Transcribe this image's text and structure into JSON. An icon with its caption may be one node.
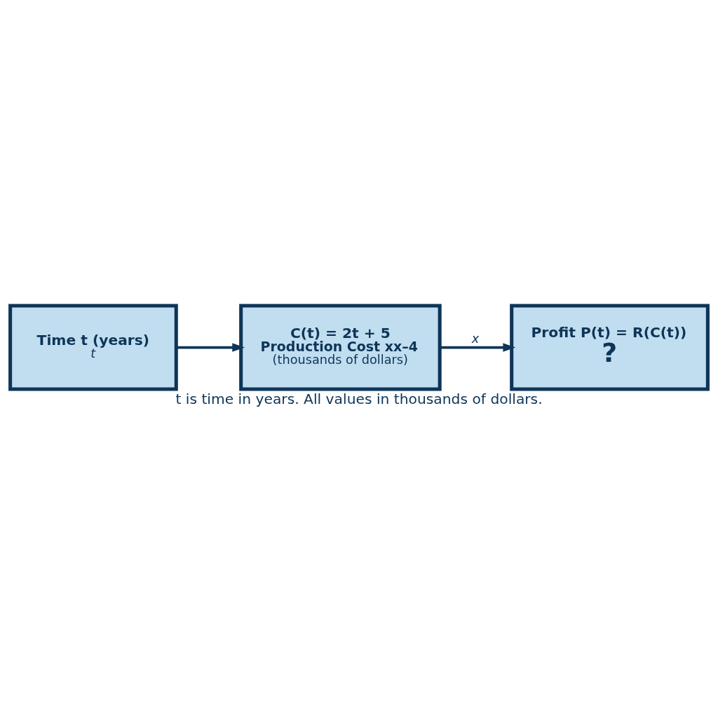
{
  "diagram": {
    "caption": "t is time in years. All values in thousands of dollars.",
    "nodes": [
      {
        "text": [
          "Time t (years)",
          "t"
        ]
      },
      {
        "text": [
          "C(t) = 2t + 5",
          "Production Cost xx–4",
          "(thousands of dollars)"
        ]
      },
      {
        "text": [
          "Profit P(t) = R(C(t))",
          "?"
        ]
      }
    ],
    "edges": [
      {
        "from": 0,
        "to": 1,
        "arrow": "to"
      },
      {
        "from": 1,
        "to": 2,
        "arrow": "to",
        "label": "x"
      }
    ]
  }
}
